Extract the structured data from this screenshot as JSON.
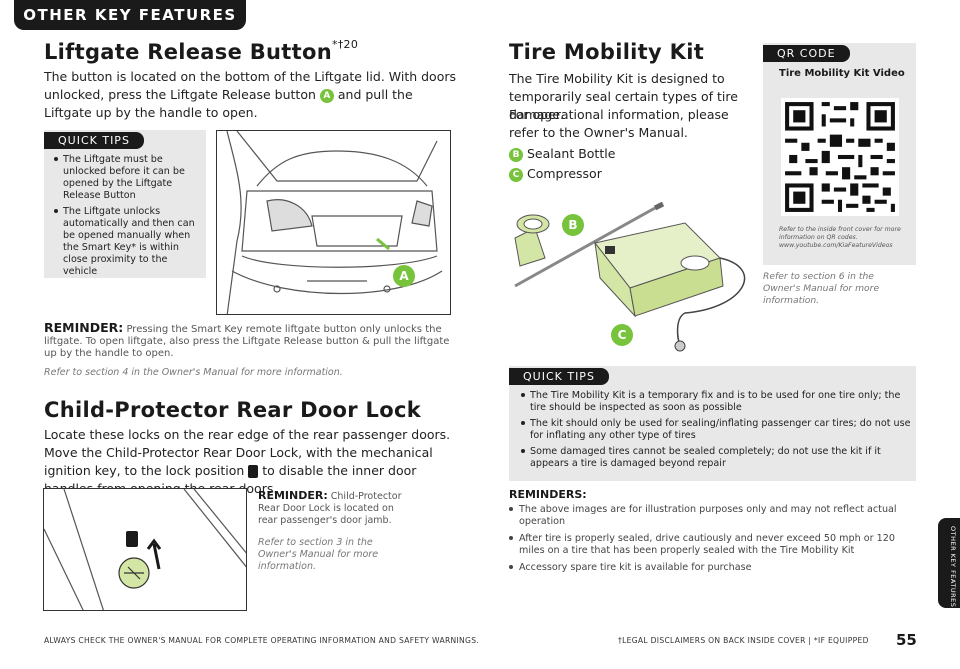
{
  "section_tab": "OTHER KEY FEATURES",
  "liftgate": {
    "title": "Liftgate Release Button",
    "title_sup": "*†20",
    "body_before": "The button is located on the bottom of the Liftgate lid. With doors unlocked, press the Liftgate Release button",
    "badge": "A",
    "body_after": "and pull the Liftgate up by the handle to open.",
    "quick_tips_label": "QUICK TIPS",
    "tips": [
      "The Liftgate must be unlocked before it can be opened by the Liftgate Release Button",
      "The Liftgate unlocks automatically and then can be opened manually when the Smart Key* is within close proximity to the vehicle"
    ],
    "image_badge": "A",
    "reminder_label": "REMINDER:",
    "reminder_text": "Pressing the Smart Key remote liftgate button only unlocks the liftgate. To open liftgate, also press the Liftgate Release button & pull the liftgate up by the handle to open.",
    "refer": "Refer to section 4 in the Owner's Manual for more information."
  },
  "child_lock": {
    "title": "Child-Protector Rear Door Lock",
    "body_before": "Locate these locks on the rear edge of the rear passenger doors. Move the Child-Protector Rear Door Lock, with the mechanical ignition key, to the lock position",
    "body_after": "to disable the inner door handles from opening the rear doors.",
    "reminder_label": "REMINDER:",
    "reminder_highlight": "Child-Protector Rear Door Lock",
    "reminder_text": "is located on rear passenger's door jamb.",
    "refer": "Refer to section 3 in the Owner's Manual for more information."
  },
  "tire_kit": {
    "title": "Tire Mobility Kit",
    "body1": "The Tire Mobility Kit is designed to temporarily seal certain types of tire damage.",
    "body2": "For operational information, please refer to the Owner's Manual.",
    "items": [
      {
        "badge": "B",
        "label": "Sealant Bottle"
      },
      {
        "badge": "C",
        "label": "Compressor"
      }
    ],
    "image_badges": [
      "B",
      "C"
    ],
    "refer": "Refer to section 6 in the Owner's Manual for more information.",
    "quick_tips_label": "QUICK TIPS",
    "tips": [
      "The Tire Mobility Kit is a temporary fix and is to be used for one tire only; the tire should be inspected as soon as possible",
      "The kit should only be used for sealing/inflating passenger car tires; do not use for inflating any other type of tires",
      "Some damaged tires cannot be sealed completely; do not use the kit if it appears a tire is damaged beyond repair"
    ],
    "reminders_label": "REMINDERS:",
    "reminders": [
      "The above images are for illustration purposes only and may not reflect actual operation",
      "After tire is properly sealed, drive cautiously and never exceed 50 mph or 120 miles on a tire that has been properly sealed with the Tire Mobility Kit",
      "Accessory spare tire kit is available for purchase"
    ]
  },
  "qr": {
    "tab": "QR CODE",
    "title": "Tire Mobility Kit Video",
    "note": "Refer to the inside front cover for more information on QR codes.",
    "url": "www.youtube.com/KiaFeatureVideos"
  },
  "footer": {
    "left": "ALWAYS CHECK THE OWNER'S MANUAL FOR COMPLETE OPERATING INFORMATION AND SAFETY WARNINGS.",
    "right": "†LEGAL DISCLAIMERS ON BACK INSIDE COVER  |  *IF EQUIPPED",
    "page": "55",
    "side_tab": "OTHER KEY FEATURES"
  },
  "colors": {
    "accent_green": "#77c33b",
    "dark": "#1a1a1a",
    "panel_gray": "#e8e8e8"
  }
}
